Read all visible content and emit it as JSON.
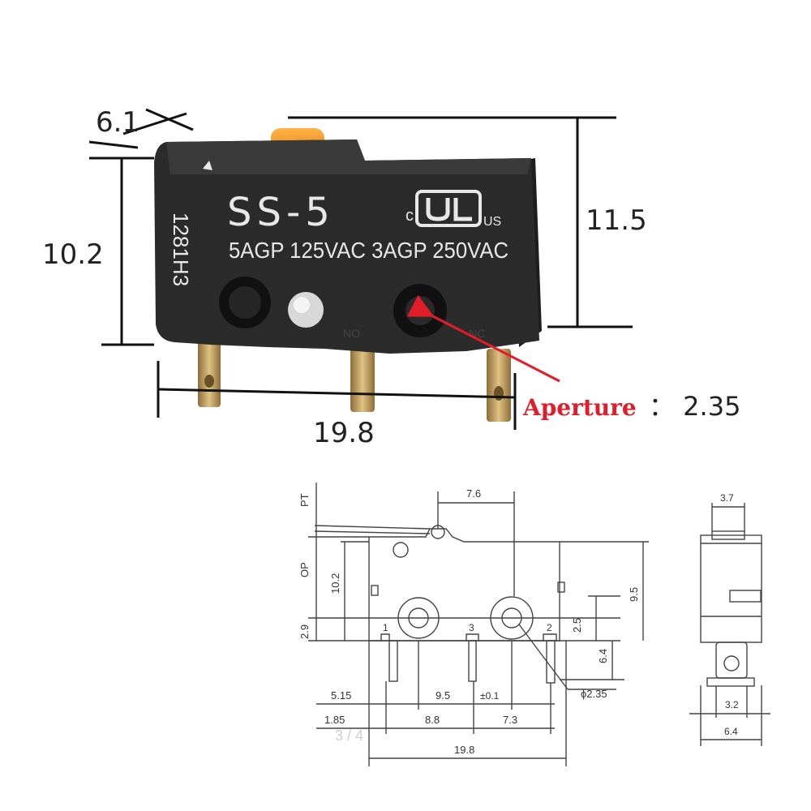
{
  "photo": {
    "dimensions": {
      "width_top": "6.1",
      "height_left": "10.2",
      "height_right": "11.5",
      "length_bottom": "19.8"
    },
    "body_text": {
      "model": "SS-5",
      "cert_c": "c",
      "cert_us": "US",
      "rating": "5AGP 125VAC 3AGP 250VAC",
      "date_code": "1281H3",
      "pin_no": "NO",
      "pin_nc": "NC"
    },
    "aperture_label": "Aperture",
    "aperture_value": "： 2.35"
  },
  "drawing": {
    "labels": {
      "pt": "PT",
      "op": "OP",
      "d_7_6": "7.6",
      "d_10_2": "10.2",
      "d_9_5_v": "9.5",
      "d_2_9": "2.9",
      "d_2_5": "2.5",
      "d_6_4_v": "6.4",
      "pin1": "1",
      "pin2": "2",
      "pin3": "3",
      "d_5_15": "5.15",
      "d_9_5_h": "9.5",
      "d_tol": "±0.1",
      "d_phi": "ϕ2.35",
      "d_1_85": "1.85",
      "d_8_8": "8.8",
      "d_7_3": "7.3",
      "d_19_8": "19.8",
      "d_3_7": "3.7",
      "d_3_2": "3.2",
      "d_6_4_h": "6.4"
    }
  },
  "page_counter": "3 / 4",
  "colors": {
    "body": "#2b2b2b",
    "lever": "#f7931e",
    "pin": "#c9a45c",
    "arrow": "#e11d2a"
  }
}
